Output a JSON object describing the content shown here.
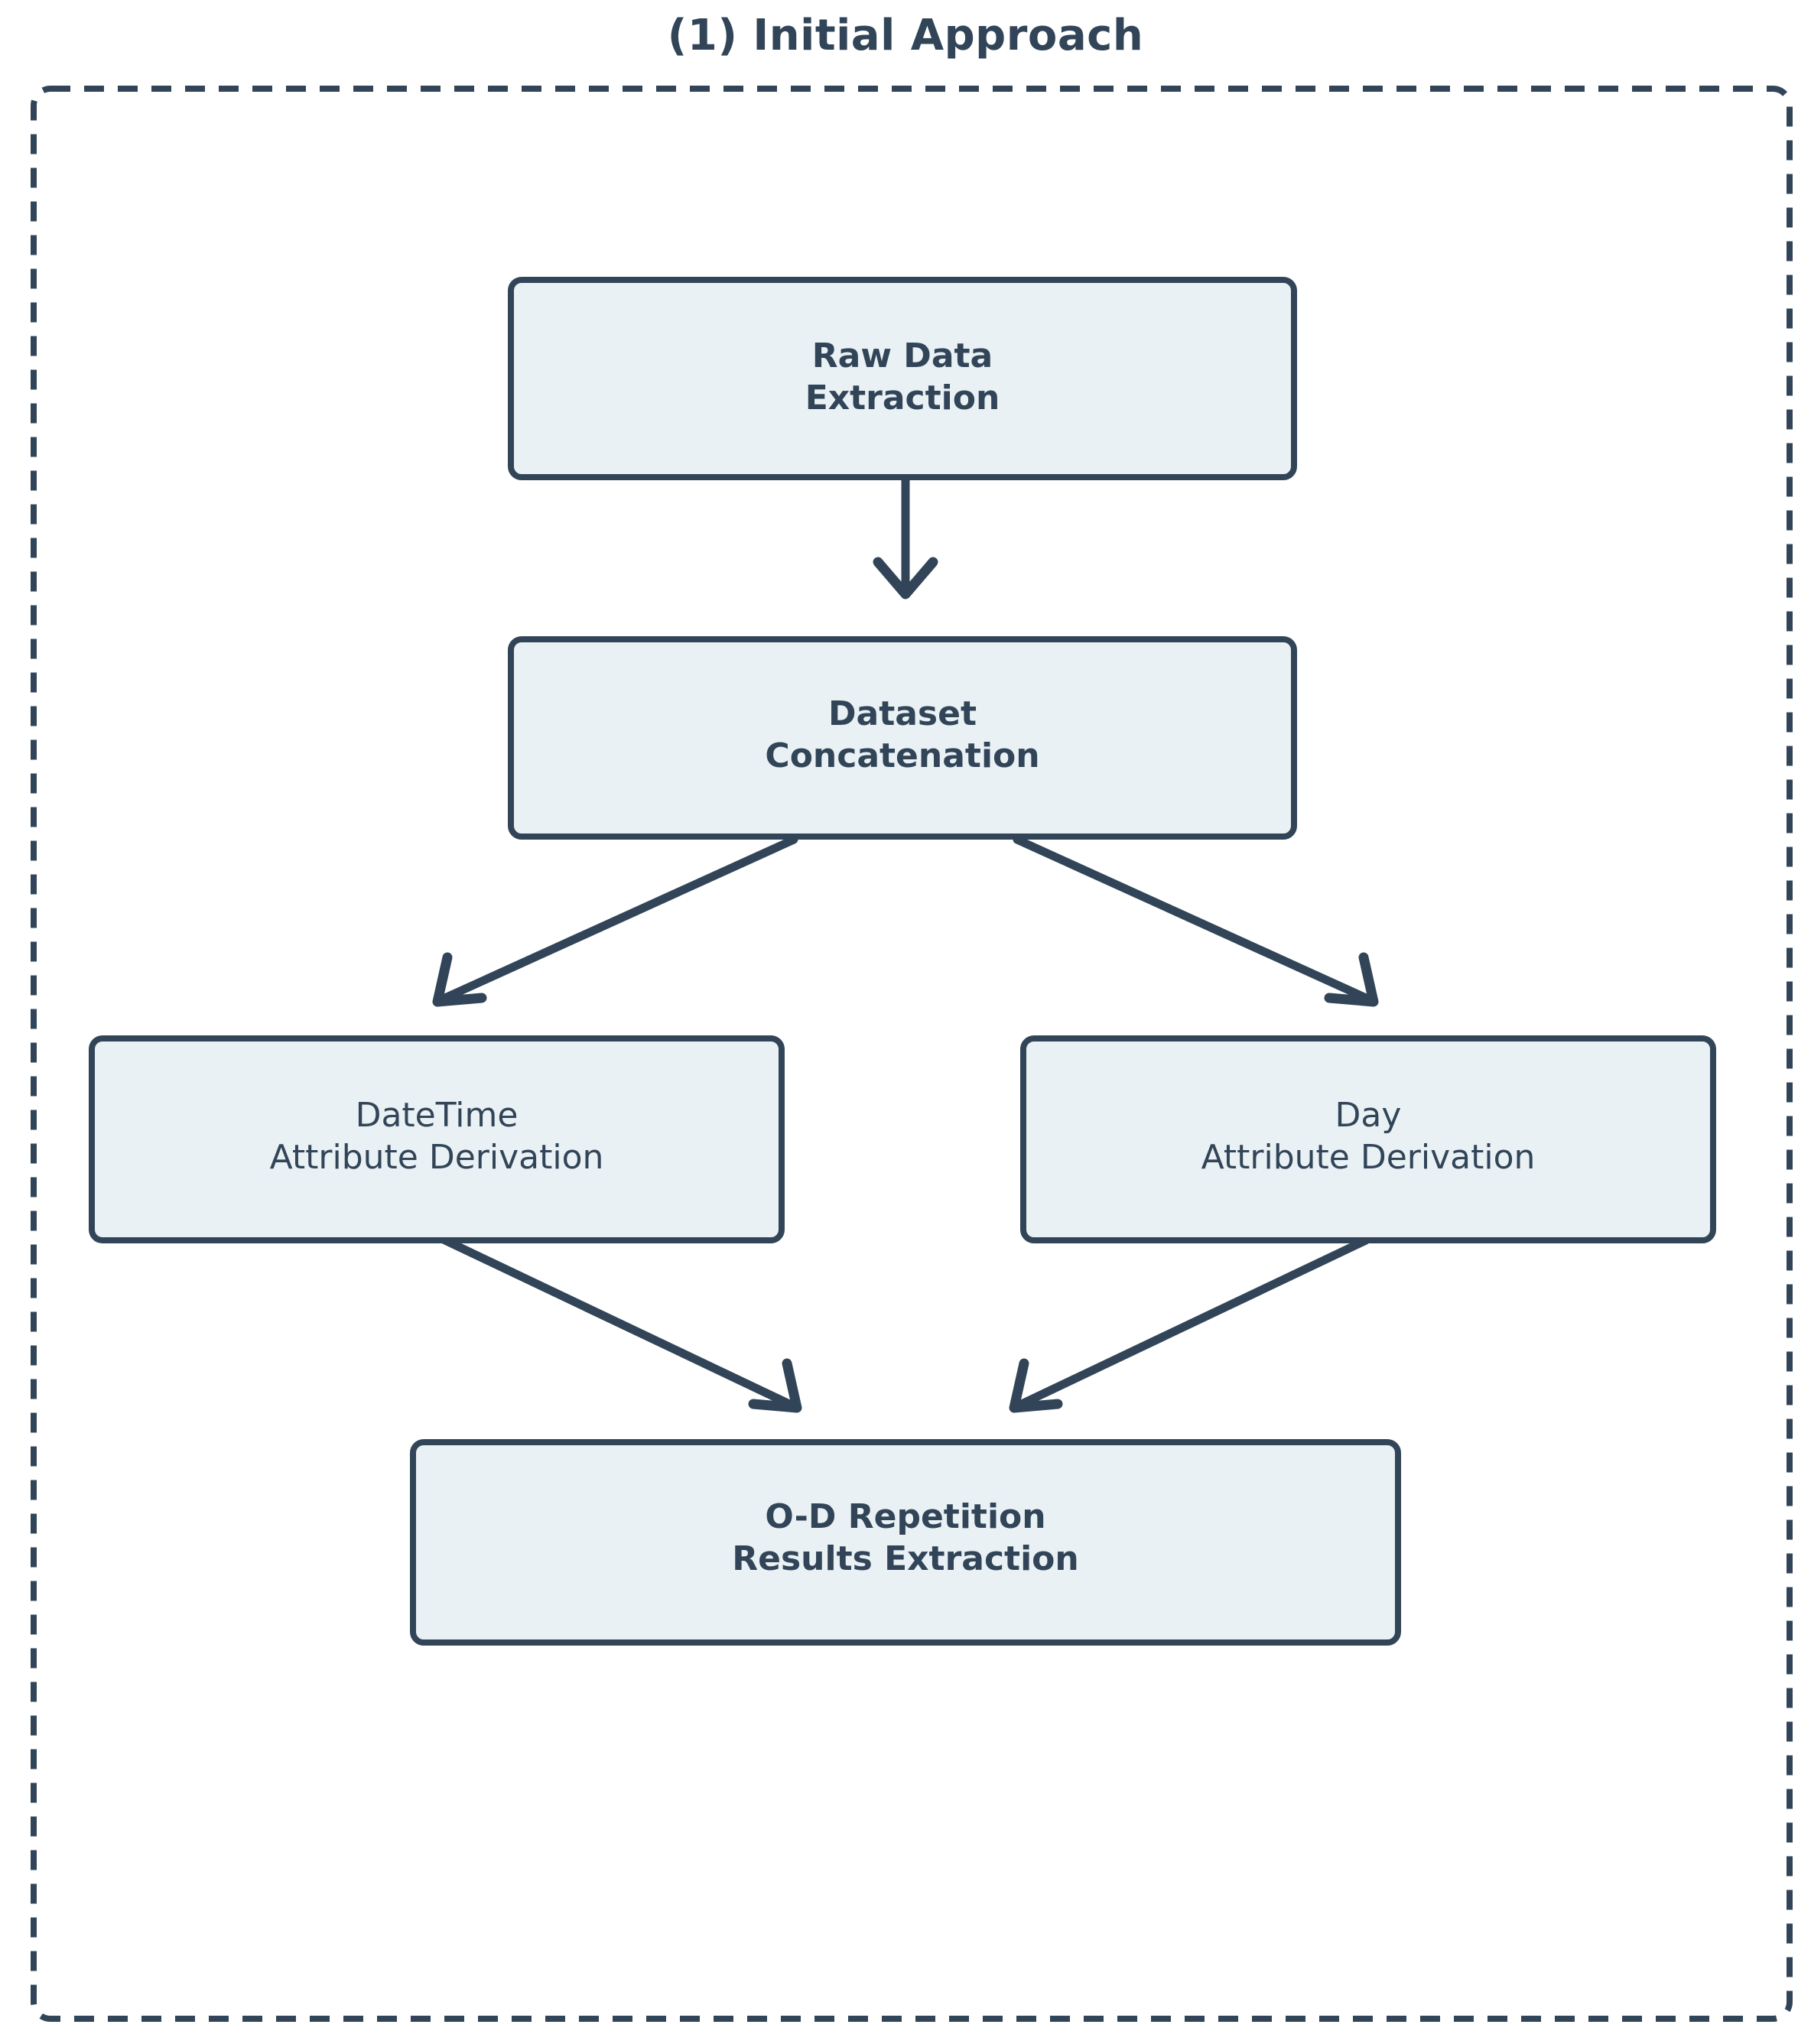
{
  "diagram": {
    "title": "(1) Initial Approach",
    "colors": {
      "node_fill": "#e9f1f4",
      "node_stroke": "#324558",
      "text": "#324558",
      "frame": "#324558",
      "background": "#ffffff"
    },
    "frame": {
      "style": "dashed",
      "name": "initial-approach-container"
    },
    "nodes": [
      {
        "id": "raw-data-extraction",
        "line1": "Raw Data",
        "line2": "Extraction",
        "weight": "bold"
      },
      {
        "id": "dataset-concatenation",
        "line1": "Dataset",
        "line2": "Concatenation",
        "weight": "bold"
      },
      {
        "id": "datetime-attribute-derivation",
        "line1": "DateTime",
        "line2": "Attribute Derivation",
        "weight": "regular"
      },
      {
        "id": "day-attribute-derivation",
        "line1": "Day",
        "line2": "Attribute Derivation",
        "weight": "regular"
      },
      {
        "id": "od-repetition-results-extraction",
        "line1": "O-D Repetition",
        "line2": "Results Extraction",
        "weight": "bold"
      }
    ],
    "edges": [
      {
        "id": "edge-raw-to-dataset",
        "from": "raw-data-extraction",
        "to": "dataset-concatenation"
      },
      {
        "id": "edge-dataset-to-datetime",
        "from": "dataset-concatenation",
        "to": "datetime-attribute-derivation"
      },
      {
        "id": "edge-dataset-to-day",
        "from": "dataset-concatenation",
        "to": "day-attribute-derivation"
      },
      {
        "id": "edge-datetime-to-od",
        "from": "datetime-attribute-derivation",
        "to": "od-repetition-results-extraction"
      },
      {
        "id": "edge-day-to-od",
        "from": "day-attribute-derivation",
        "to": "od-repetition-results-extraction"
      }
    ]
  }
}
